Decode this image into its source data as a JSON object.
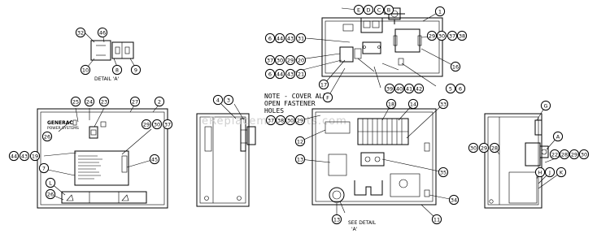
{
  "note_lines": [
    "NOTE - COVER ALL",
    "OPEN FASTENER",
    "HOLES"
  ],
  "detail_label": "DETAIL 'A'",
  "see_detail": [
    "SEE DETAIL",
    "'A'"
  ],
  "watermark": "eReplacementParts.com",
  "brand_text": [
    "GENERAC",
    "POWER SYSTEMS"
  ],
  "callouts": {
    "d1": [
      "32",
      "46",
      "10",
      "8",
      "9"
    ],
    "v1": [
      "25",
      "24",
      "23",
      "27",
      "2",
      "26",
      "29",
      "30",
      "37",
      "44",
      "43",
      "19",
      "7",
      "L",
      "45",
      "26"
    ],
    "v2": [
      "4",
      "3"
    ],
    "v3": [
      "E",
      "D",
      "C",
      "B",
      "1",
      "6",
      "44",
      "43",
      "31",
      "29",
      "30",
      "37",
      "38",
      "37",
      "30",
      "29",
      "20",
      "16",
      "6",
      "44",
      "43",
      "21",
      "17",
      "F",
      "39",
      "40",
      "41",
      "42",
      "5",
      "6"
    ],
    "v4": [
      "37",
      "38",
      "30",
      "29",
      "18",
      "14",
      "33",
      "12",
      "13",
      "35",
      "34",
      "11",
      "13"
    ],
    "v5": [
      "G",
      "A",
      "30",
      "29",
      "28",
      "22",
      "28",
      "29",
      "30",
      "H",
      "J",
      "K"
    ]
  }
}
